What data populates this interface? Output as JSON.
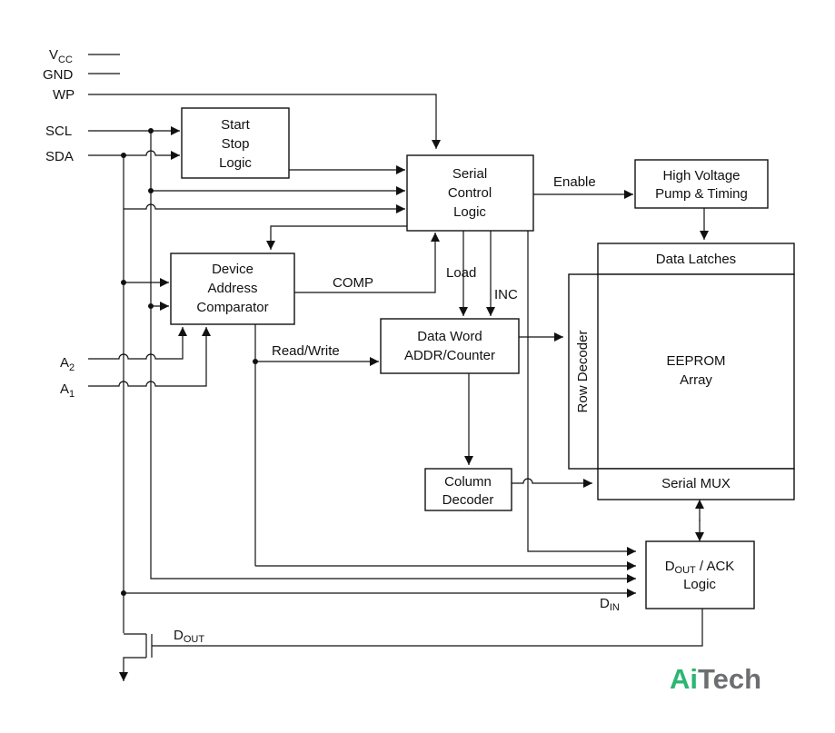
{
  "pins": {
    "vcc": {
      "main": "V",
      "sub": "CC"
    },
    "gnd": "GND",
    "wp": "WP",
    "scl": "SCL",
    "sda": "SDA",
    "a2": {
      "main": "A",
      "sub": "2"
    },
    "a1": {
      "main": "A",
      "sub": "1"
    }
  },
  "blocks": {
    "start_stop": [
      "Start",
      "Stop",
      "Logic"
    ],
    "serial_control": [
      "Serial",
      "Control",
      "Logic"
    ],
    "high_voltage": [
      "High Voltage",
      "Pump & Timing"
    ],
    "device_address": [
      "Device",
      "Address",
      "Comparator"
    ],
    "data_word": [
      "Data Word",
      "ADDR/Counter"
    ],
    "data_latches": "Data Latches",
    "row_decoder": "Row Decoder",
    "eeprom": [
      "EEPROM",
      "Array"
    ],
    "serial_mux": "Serial MUX",
    "column_decoder": [
      "Column",
      "Decoder"
    ],
    "dout_ack": {
      "line1_main": "D",
      "line1_sub": "OUT",
      "line1_rest": " / ACK",
      "line2": "Logic"
    }
  },
  "signals": {
    "enable": "Enable",
    "comp": "COMP",
    "load": "Load",
    "inc": "INC",
    "read_write": "Read/Write",
    "din": {
      "main": "D",
      "sub": "IN"
    },
    "dout": {
      "main": "D",
      "sub": "OUT"
    }
  },
  "watermark": {
    "part1": "Ai",
    "part2": "Tech",
    "color1": "#2bb673",
    "color2": "#6d6e71"
  },
  "colors": {
    "line": "#111111",
    "background": "#ffffff"
  }
}
